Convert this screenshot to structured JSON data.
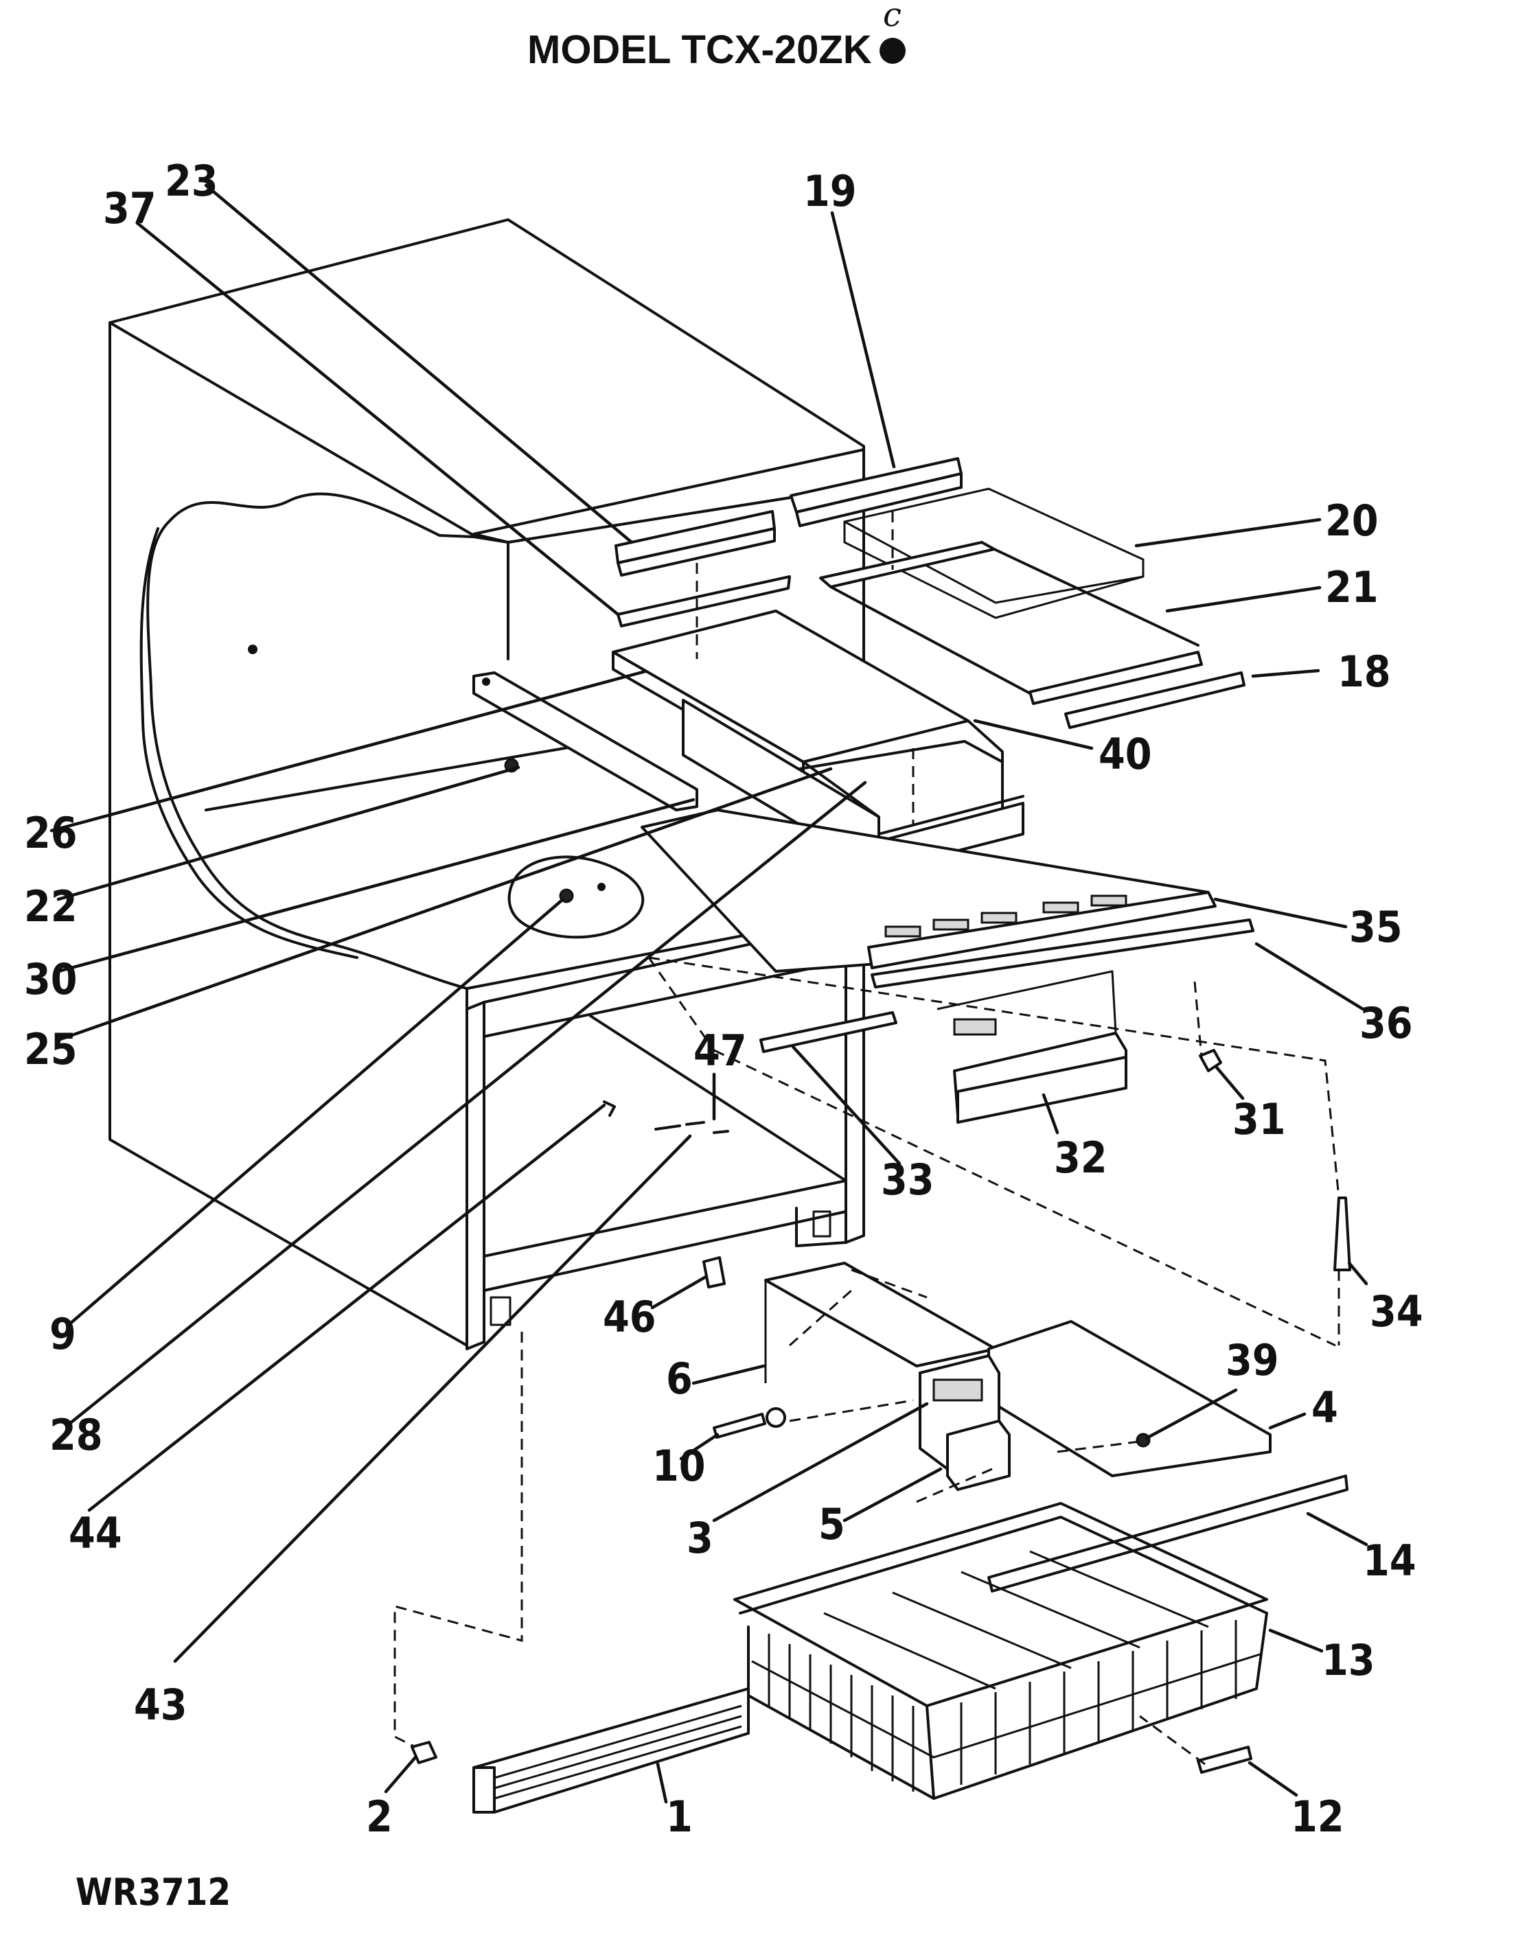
{
  "title": "MODEL TCX-20ZK",
  "title_handwritten_mark": "c",
  "drawing_number": "WR3712",
  "callouts": [
    "1",
    "2",
    "3",
    "4",
    "5",
    "6",
    "9",
    "10",
    "12",
    "13",
    "14",
    "18",
    "19",
    "20",
    "21",
    "22",
    "23",
    "25",
    "26",
    "28",
    "30",
    "31",
    "32",
    "33",
    "34",
    "35",
    "36",
    "37",
    "39",
    "40",
    "43",
    "44",
    "46",
    "47"
  ]
}
